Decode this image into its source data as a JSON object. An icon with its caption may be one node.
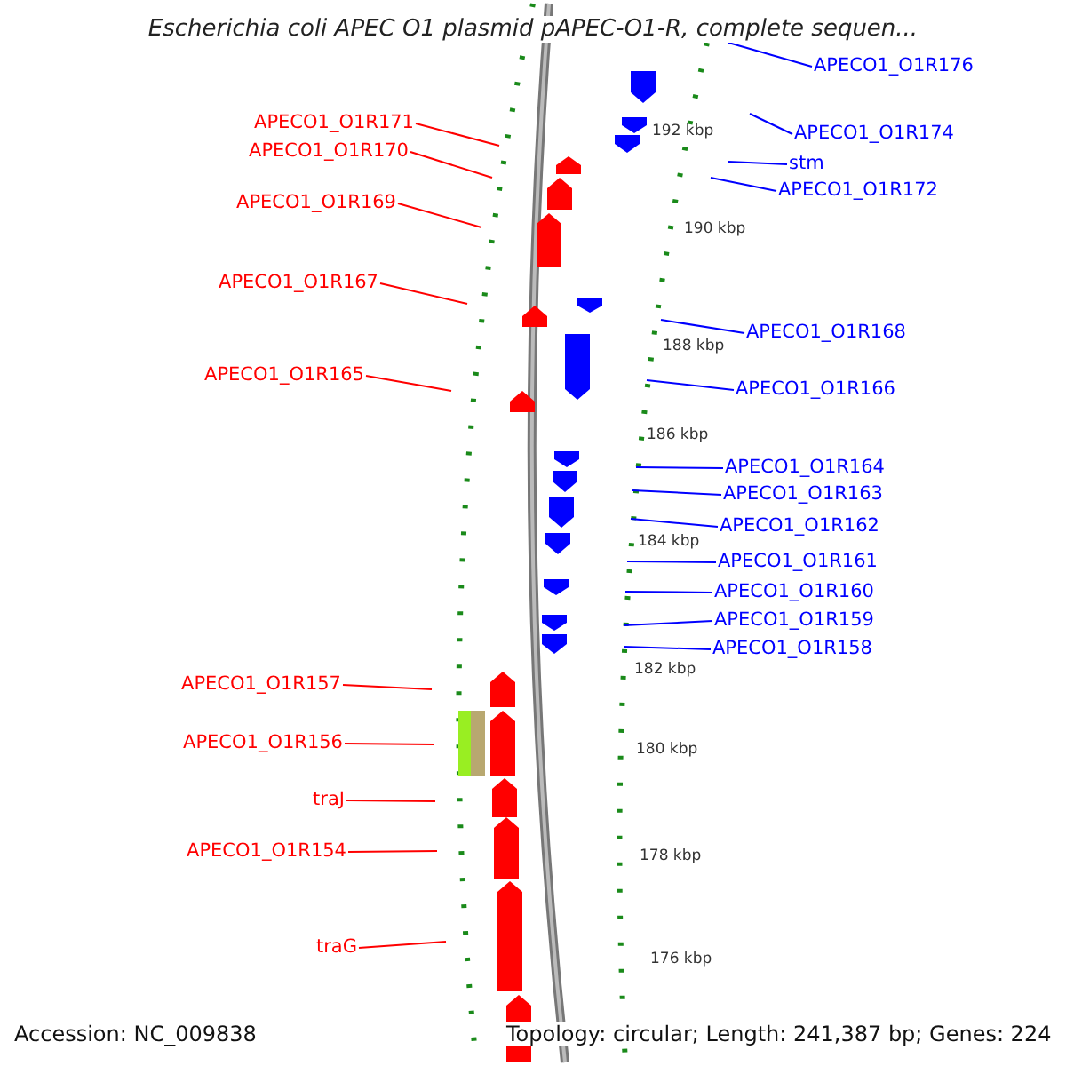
{
  "diagram": {
    "title": "Escherichia coli APEC O1 plasmid pAPEC-O1-R, complete sequen...",
    "nodes": [
      {
        "text": [
          "APECO1_O1R171"
        ]
      },
      {
        "text": [
          "APECO1_O1R170"
        ]
      },
      {
        "text": [
          "APECO1_O1R169"
        ]
      },
      {
        "text": [
          "APECO1_O1R167"
        ]
      },
      {
        "text": [
          "APECO1_O1R165"
        ]
      },
      {
        "text": [
          "APECO1_O1R157"
        ]
      },
      {
        "text": [
          "APECO1_O1R156"
        ]
      },
      {
        "text": [
          "traJ"
        ]
      },
      {
        "text": [
          "APECO1_O1R154"
        ]
      },
      {
        "text": [
          "traG"
        ]
      },
      {
        "text": [
          "APECO1_O1R176"
        ]
      },
      {
        "text": [
          "APECO1_O1R174"
        ]
      },
      {
        "text": [
          "stm"
        ]
      },
      {
        "text": [
          "APECO1_O1R172"
        ]
      },
      {
        "text": [
          "APECO1_O1R168"
        ]
      },
      {
        "text": [
          "APECO1_O1R166"
        ]
      },
      {
        "text": [
          "APECO1_O1R164"
        ]
      },
      {
        "text": [
          "APECO1_O1R163"
        ]
      },
      {
        "text": [
          "APECO1_O1R162"
        ]
      },
      {
        "text": [
          "APECO1_O1R161"
        ]
      },
      {
        "text": [
          "APECO1_O1R160"
        ]
      },
      {
        "text": [
          "APECO1_O1R159"
        ]
      },
      {
        "text": [
          "APECO1_O1R158"
        ]
      }
    ],
    "edges": [
      {
        "from": 0,
        "to": null,
        "arrow": "none",
        "color": "#ff0000"
      },
      {
        "from": 1,
        "to": null,
        "arrow": "none",
        "color": "#ff0000"
      },
      {
        "from": 2,
        "to": null,
        "arrow": "none",
        "color": "#ff0000"
      },
      {
        "from": 3,
        "to": null,
        "arrow": "none",
        "color": "#ff0000"
      },
      {
        "from": 4,
        "to": null,
        "arrow": "none",
        "color": "#ff0000"
      },
      {
        "from": 5,
        "to": null,
        "arrow": "none",
        "color": "#ff0000"
      },
      {
        "from": 6,
        "to": null,
        "arrow": "none",
        "color": "#ff0000"
      },
      {
        "from": 7,
        "to": null,
        "arrow": "none",
        "color": "#ff0000"
      },
      {
        "from": 8,
        "to": null,
        "arrow": "none",
        "color": "#ff0000"
      },
      {
        "from": 9,
        "to": null,
        "arrow": "none",
        "color": "#ff0000"
      },
      {
        "from": 10,
        "to": null,
        "arrow": "none"
      },
      {
        "from": 11,
        "to": null,
        "arrow": "none"
      },
      {
        "from": 12,
        "to": null,
        "arrow": "none"
      },
      {
        "from": 13,
        "to": null,
        "arrow": "none"
      },
      {
        "from": 14,
        "to": null,
        "arrow": "none"
      },
      {
        "from": 15,
        "to": null,
        "arrow": "none"
      },
      {
        "from": 16,
        "to": null,
        "arrow": "none"
      },
      {
        "from": 17,
        "to": null,
        "arrow": "none"
      },
      {
        "from": 18,
        "to": null,
        "arrow": "none"
      },
      {
        "from": 19,
        "to": null,
        "arrow": "none"
      },
      {
        "from": 20,
        "to": null,
        "arrow": "none"
      },
      {
        "from": 21,
        "to": null,
        "arrow": "none"
      },
      {
        "from": 22,
        "to": null,
        "arrow": "none"
      }
    ],
    "labels": [
      "192 kbp",
      "190 kbp",
      "188 kbp",
      "186 kbp",
      "184 kbp",
      "182 kbp",
      "180 kbp",
      "178 kbp",
      "176 kbp",
      "Accession: NC_009838",
      "Topology: circular; Length: 241,387 bp; Genes: 224"
    ]
  }
}
